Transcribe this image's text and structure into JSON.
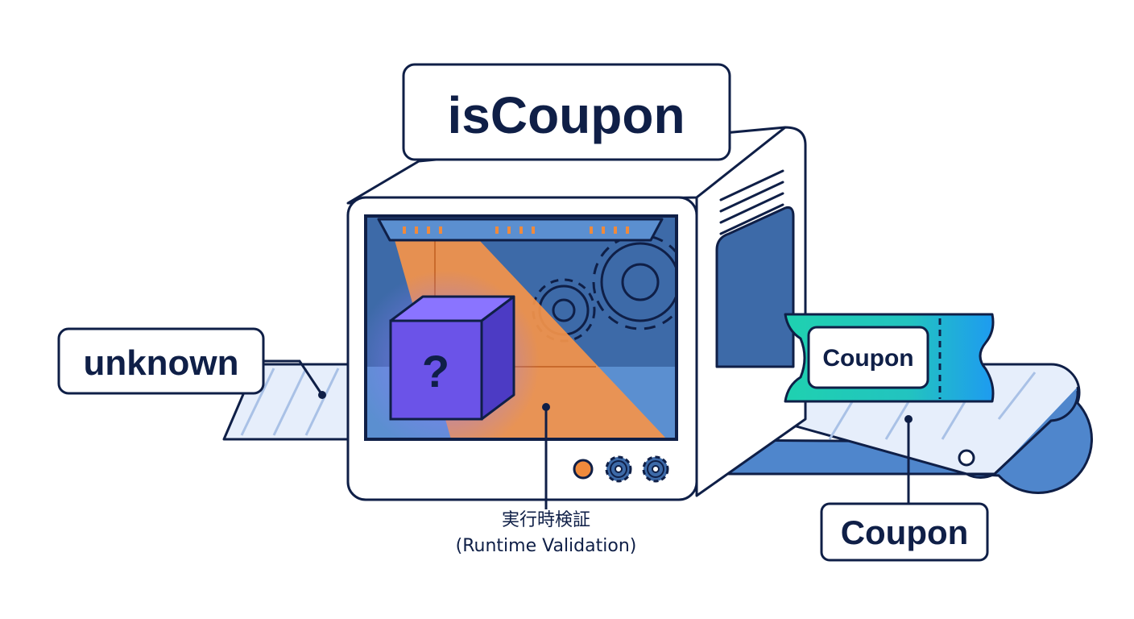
{
  "labels": {
    "function_name": "isCoupon",
    "input_type": "unknown",
    "ticket_text": "Coupon",
    "output_type": "Coupon",
    "validation_jp": "実行時検証",
    "validation_en": "(Runtime Validation)",
    "mystery_symbol": "?"
  },
  "colors": {
    "outline": "#0f1f47",
    "screen_blue": "#3d6aa8",
    "screen_light": "#5b8fd0",
    "scan_beam": "#f4944a",
    "box_purple": "#6b53e8",
    "ticket_teal": "#1fc9ae",
    "ticket_blue": "#1e9bf0",
    "belt": "#4f86cc",
    "belt_light": "#e6eefb",
    "indicator_orange": "#f08a3c"
  },
  "icons": [
    "gear-icon",
    "question-mark-icon",
    "ticket-icon",
    "indicator-light-icon"
  ]
}
